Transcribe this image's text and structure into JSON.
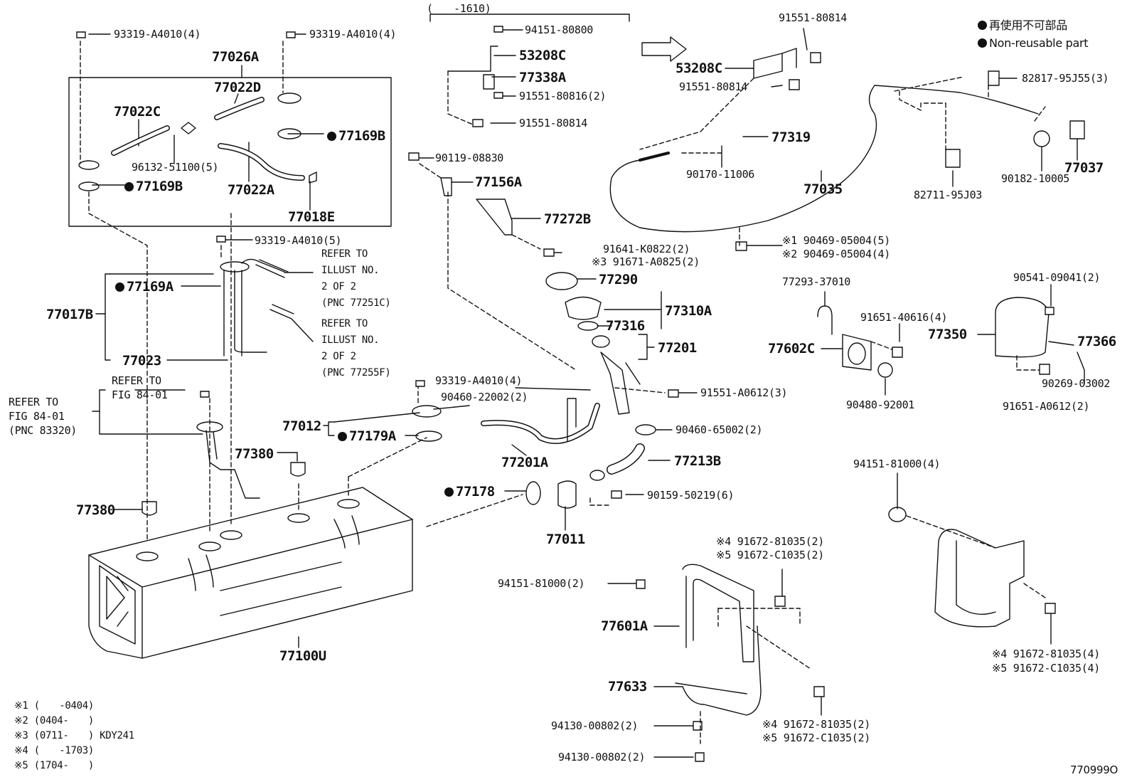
{
  "legend": {
    "jp": "再使用不可部品",
    "en": "Non-reusable part"
  },
  "footnotes": [
    "※1 (　　-0404)",
    "※2 (0404-　　)",
    "※3 (0711-　　) KDY241",
    "※4 (　　-1703)",
    "※5 (1704-　　)"
  ],
  "figure_id": "770999O",
  "labels": {
    "l_93319_a_left": "93319-A4010(4)",
    "l_93319_a_mid": "93319-A4010(4)",
    "l_77026a": "77026A",
    "l_77022d": "77022D",
    "l_77022c": "77022C",
    "l_77169b_1": "77169B",
    "l_96132": "96132-51100(5)",
    "l_77169b_2": "77169B",
    "l_77022a": "77022A",
    "l_77018e": "77018E",
    "l_93319_b": "93319-A4010(5)",
    "l_refer1": "REFER TO\nILLUST NO.\n2 OF 2\n(PNC 77251C)",
    "l_refer2": "REFER TO\nILLUST NO.\n2 OF 2\n(PNC 77255F)",
    "l_77169a": "77169A",
    "l_77017b": "77017B",
    "l_77023": "77023",
    "l_refer_fig_a": "REFER TO\nFIG 84-01",
    "l_refer_fig_b": "REFER TO\nFIG 84-01\n(PNC 83320)",
    "l_77380_a": "77380",
    "l_77380_b": "77380",
    "l_77100u": "77100U",
    "l_1610": "(　　-1610)",
    "l_94151_80800": "94151-80800",
    "l_53208c_a": "53208C",
    "l_77338a": "77338A",
    "l_91551_80816": "91551-80816(2)",
    "l_91551_80814_a": "91551-80814",
    "l_90119": "90119-08830",
    "l_77156a": "77156A",
    "l_77272b": "77272B",
    "l_91641": "91641-K0822(2)",
    "l_91671": "※3 91671-A0825(2)",
    "l_77290": "77290",
    "l_77310a": "77310A",
    "l_77316": "77316",
    "l_77201": "77201",
    "l_91551_a0612": "91551-A0612(3)",
    "l_93319_c": "93319-A4010(4)",
    "l_90460_22002": "90460-22002(2)",
    "l_77012": "77012",
    "l_77179a": "77179A",
    "l_77201a": "77201A",
    "l_90460_65002": "90460-65002(2)",
    "l_77213b": "77213B",
    "l_77178": "77178",
    "l_90159": "90159-50219(6)",
    "l_77011": "77011",
    "l_91551_80814_b": "91551-80814",
    "l_53208c_b": "53208C",
    "l_91551_80814_c": "91551-80814",
    "l_82817": "82817-95J55(3)",
    "l_77319": "77319",
    "l_90170": "90170-11006",
    "l_77035": "77035",
    "l_82711": "82711-95J03",
    "l_90182": "90182-10005",
    "l_77037": "77037",
    "l_90469_1": "※1 90469-05004(5)",
    "l_90469_2": "※2 90469-05004(4)",
    "l_77293": "77293-37010",
    "l_91651_40616": "91651-40616(4)",
    "l_77602c": "77602C",
    "l_90480": "90480-92001",
    "l_90541": "90541-09041(2)",
    "l_77350": "77350",
    "l_77366": "77366",
    "l_90269": "90269-03002",
    "l_91651_a0612": "91651-A0612(2)",
    "l_94151_81000_4": "94151-81000(4)",
    "l_91672_81035_a": "※4 91672-81035(2)",
    "l_91672_c1035_a": "※5 91672-C1035(2)",
    "l_94151_81000_2": "94151-81000(2)",
    "l_77601a": "77601A",
    "l_77633": "77633",
    "l_94130_a": "94130-00802(2)",
    "l_94130_b": "94130-00802(2)",
    "l_91672_81035_b": "※4 91672-81035(2)",
    "l_91672_c1035_b": "※5 91672-C1035(2)",
    "l_91672_81035_c": "※4 91672-81035(4)",
    "l_91672_c1035_c": "※5 91672-C1035(4)"
  }
}
